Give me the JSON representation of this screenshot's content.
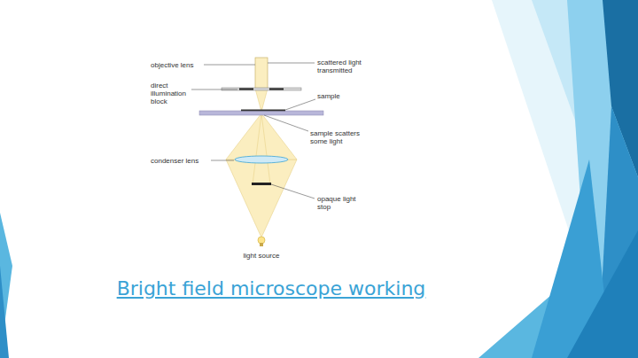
{
  "diagram": {
    "title": "Bright field microscope working",
    "labels": [
      "objective lens",
      "direct illumination block",
      "sample",
      "scattered light transmitted",
      "sample scatters some light",
      "condenser lens",
      "opaque light stop",
      "light source"
    ]
  }
}
